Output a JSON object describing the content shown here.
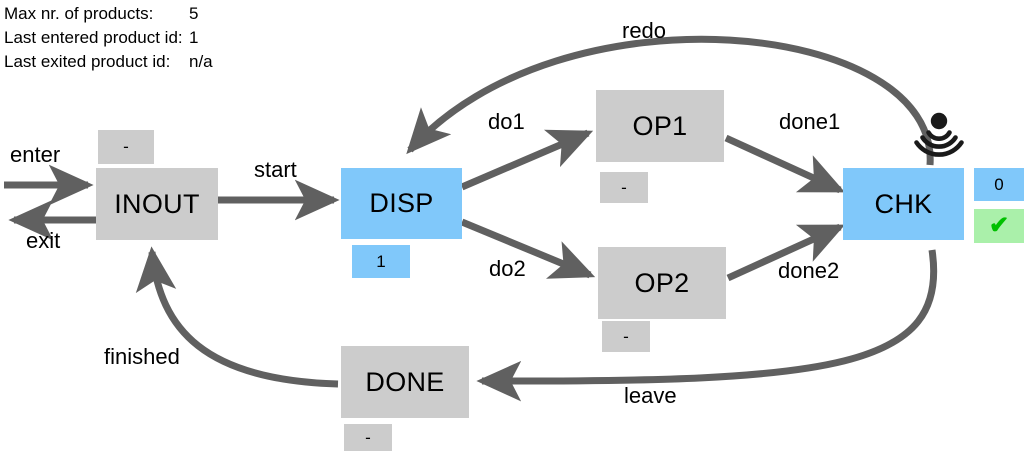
{
  "status": {
    "rows": [
      {
        "label": "Max nr. of products:",
        "value": "5"
      },
      {
        "label": "Last entered product id:",
        "value": "1"
      },
      {
        "label": "Last exited product id:",
        "value": "n/a"
      }
    ]
  },
  "colors": {
    "node_inactive": "#cccccc",
    "node_active": "#80c8fa",
    "badge_ok": "#aaf0aa",
    "check_mark": "#00c000",
    "edge": "#606060"
  },
  "diagram": {
    "nodes": [
      {
        "id": "inout",
        "label": "INOUT",
        "state": "inactive"
      },
      {
        "id": "disp",
        "label": "DISP",
        "state": "active"
      },
      {
        "id": "op1",
        "label": "OP1",
        "state": "inactive"
      },
      {
        "id": "op2",
        "label": "OP2",
        "state": "inactive"
      },
      {
        "id": "chk",
        "label": "CHK",
        "state": "active"
      },
      {
        "id": "done",
        "label": "DONE",
        "state": "inactive"
      }
    ],
    "badges": [
      {
        "id": "inout-badge",
        "value": "-",
        "state": "inactive"
      },
      {
        "id": "disp-badge",
        "value": "1",
        "state": "active"
      },
      {
        "id": "op1-badge",
        "value": "-",
        "state": "inactive"
      },
      {
        "id": "op2-badge",
        "value": "-",
        "state": "inactive"
      },
      {
        "id": "chk-count-badge",
        "value": "0",
        "state": "active"
      },
      {
        "id": "chk-ok-badge",
        "value": "✔",
        "state": "ok"
      },
      {
        "id": "done-badge",
        "value": "-",
        "state": "inactive"
      }
    ],
    "edges": [
      {
        "id": "enter",
        "label": "enter"
      },
      {
        "id": "exit",
        "label": "exit"
      },
      {
        "id": "start",
        "label": "start"
      },
      {
        "id": "do1",
        "label": "do1"
      },
      {
        "id": "do2",
        "label": "do2"
      },
      {
        "id": "done1",
        "label": "done1"
      },
      {
        "id": "done2",
        "label": "done2"
      },
      {
        "id": "redo",
        "label": "redo"
      },
      {
        "id": "leave",
        "label": "leave"
      },
      {
        "id": "finished",
        "label": "finished"
      }
    ],
    "icons": [
      {
        "id": "sensor-icon",
        "name": "signal-sensor-icon"
      }
    ]
  }
}
